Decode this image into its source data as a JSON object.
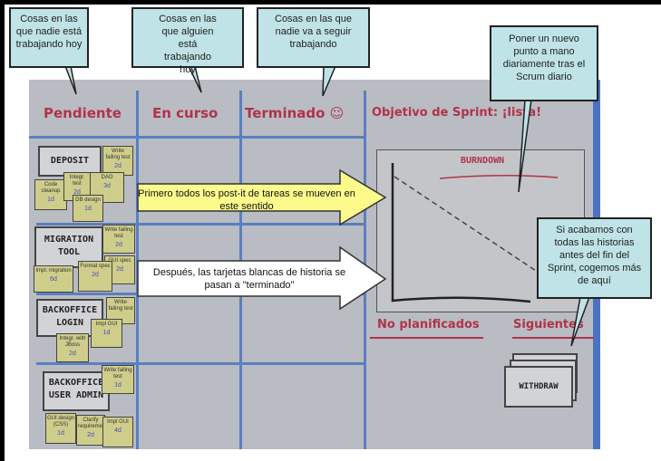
{
  "columns": [
    "Pendiente",
    "En curso",
    "Terminado ☺",
    "Objetivo de Sprint: ¡lista!"
  ],
  "callouts": [
    "Cosas en las que nadie está trabajando hoy",
    "Cosas en las que alguien está trabajando hoy",
    "Cosas en las que nadie va a seguir trabajando",
    "Poner un nuevo punto a mano diariamente tras el Scrum diario",
    "Si acabamos con todas las historias antes del fin del Sprint, cogemos más de aquí"
  ],
  "arrows": {
    "yellow": "Primero todos los post-it de tareas se mueven en este sentido",
    "white": "Después, las tarjetas blancas de historia se pasan a \"terminado\""
  },
  "stories": [
    {
      "name": "DEPOSIT",
      "tasks": [
        {
          "t": "Write failing test",
          "e": "2d"
        },
        {
          "t": "Code cleanup",
          "e": "1d"
        },
        {
          "t": "Integr. test",
          "e": "2d"
        },
        {
          "t": "DAO",
          "e": "3d"
        },
        {
          "t": "DB design",
          "e": "1d"
        }
      ]
    },
    {
      "name": "MIGRATION TOOL",
      "tasks": [
        {
          "t": "Write failing test",
          "e": "2d"
        },
        {
          "t": "GUI spec",
          "e": "2d"
        },
        {
          "t": "Impl. migration",
          "e": "6d"
        },
        {
          "t": "Format spec",
          "e": "2d"
        }
      ]
    },
    {
      "name": "BACKOFFICE LOGIN",
      "tasks": [
        {
          "t": "Write failing test",
          "e": ""
        },
        {
          "t": "Impl GUI",
          "e": "1d"
        },
        {
          "t": "Integr. with JBoss",
          "e": "2d"
        }
      ]
    },
    {
      "name": "BACKOFFICE USER ADMIN",
      "tasks": [
        {
          "t": "Write failing test",
          "e": "1d"
        },
        {
          "t": "GUI design (CSS)",
          "e": "1d"
        },
        {
          "t": "Clarify requirements",
          "e": "2d"
        },
        {
          "t": "Impl GUI",
          "e": "4d"
        }
      ]
    }
  ],
  "burndown": {
    "title": "BURNDOWN"
  },
  "sections": {
    "unplanned": "No planificados",
    "next": "Siguientes"
  },
  "next_card": "WITHDRAW",
  "colors": {
    "board": "#b9bcc2",
    "accent": "#b0334a",
    "lines": "#5b7fc0",
    "callout": "#bfe3e6",
    "postit": "#cfcd8a"
  }
}
